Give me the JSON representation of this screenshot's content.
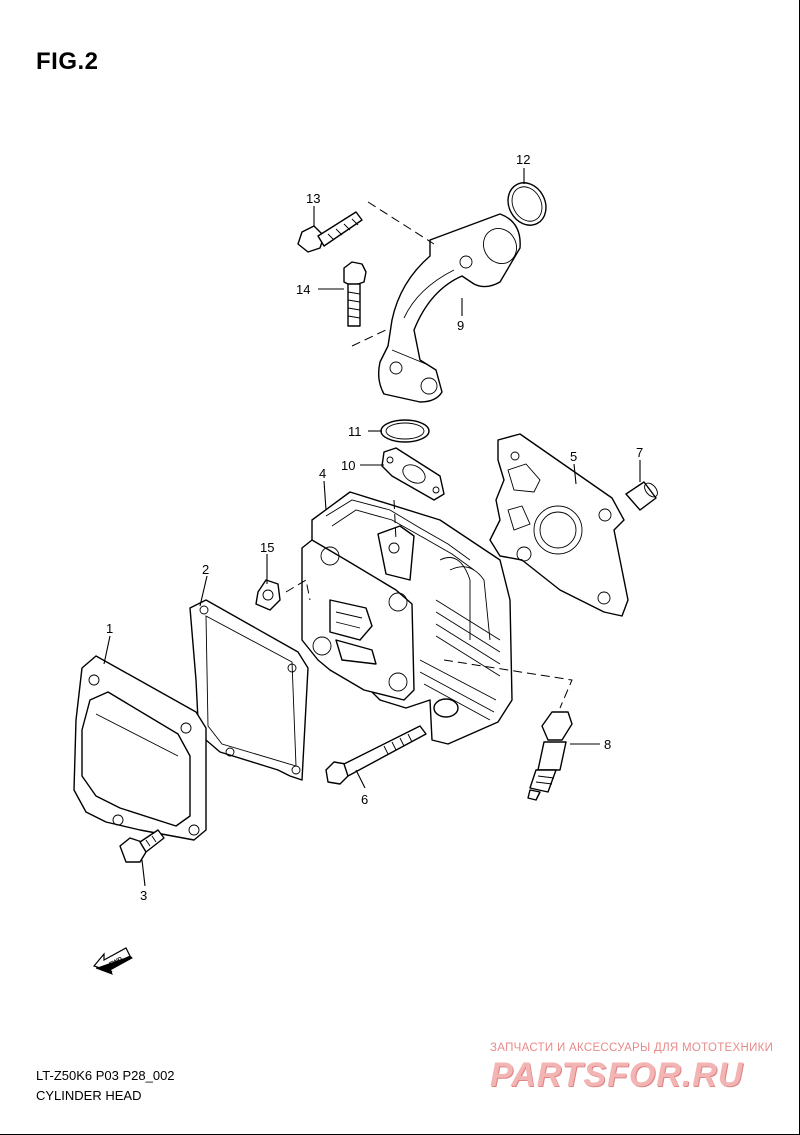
{
  "figure": {
    "title": "FIG.2"
  },
  "callouts": [
    "1",
    "2",
    "3",
    "4",
    "5",
    "6",
    "7",
    "8",
    "9",
    "10",
    "11",
    "12",
    "13",
    "14",
    "15"
  ],
  "fwd_label": "FWD",
  "footer": {
    "model_code": "LT-Z50K6 P03 P28_002",
    "caption": "CYLINDER HEAD"
  },
  "watermark": {
    "tagline": "ЗАПЧАСТИ И АКСЕССУАРЫ ДЛЯ МОТОТЕХНИКИ",
    "brand": "PARTSFOR.RU"
  }
}
